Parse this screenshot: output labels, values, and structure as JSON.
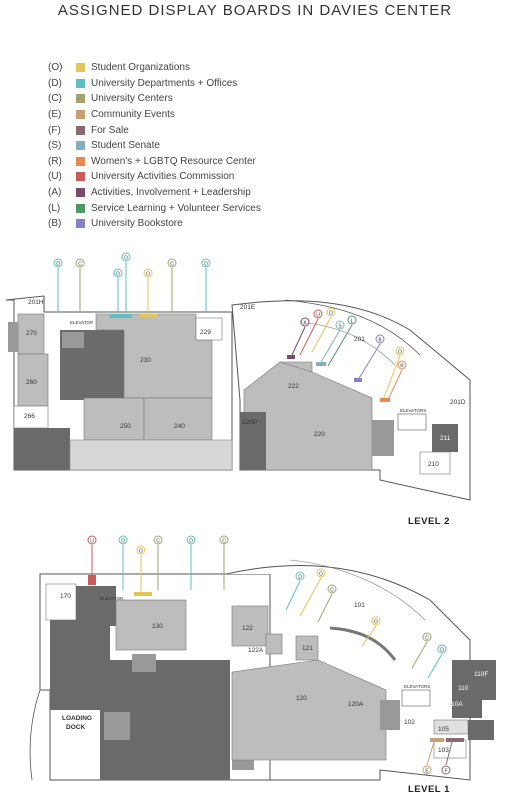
{
  "title": "ASSIGNED DISPLAY BOARDS IN DAVIES CENTER",
  "legend": [
    {
      "code": "(O)",
      "label": "Student Organizations",
      "color": "#e2c55a"
    },
    {
      "code": "(D)",
      "label": "University Departments + Offices",
      "color": "#5cbfc0"
    },
    {
      "code": "(C)",
      "label": "University Centers",
      "color": "#a3a370"
    },
    {
      "code": "(E)",
      "label": "Community Events",
      "color": "#c6a074"
    },
    {
      "code": "(F)",
      "label": "For Sale",
      "color": "#8a6a6e"
    },
    {
      "code": "(S)",
      "label": "Student Senate",
      "color": "#84aebf"
    },
    {
      "code": "(R)",
      "label": "Women's + LGBTQ Resource Center",
      "color": "#e8894e"
    },
    {
      "code": "(U)",
      "label": "University Activities Commission",
      "color": "#c95a5a"
    },
    {
      "code": "(A)",
      "label": "Activities, Involvement + Leadership",
      "color": "#7a4a6a"
    },
    {
      "code": "(L)",
      "label": "Service Learning + Volunteer Services",
      "color": "#4e9a66"
    },
    {
      "code": "(B)",
      "label": "University Bookstore",
      "color": "#8482c6"
    }
  ],
  "level2": {
    "label": "LEVEL 2",
    "rooms": [
      "201H",
      "270",
      "260",
      "266",
      "ELEVATOR",
      "230",
      "229",
      "250",
      "240",
      "201E",
      "201",
      "222",
      "220",
      "220P",
      "201D",
      "ELEVATORS",
      "211",
      "210"
    ],
    "markers": [
      "D",
      "C",
      "D",
      "O",
      "C",
      "D",
      "D",
      "A",
      "U",
      "O",
      "S",
      "L",
      "B",
      "O",
      "R"
    ]
  },
  "level1": {
    "label": "LEVEL 1",
    "rooms": [
      "170",
      "ELEVATOR",
      "130",
      "122",
      "122A",
      "121",
      "101",
      "120",
      "120A",
      "ELEVATORS",
      "110",
      "110F",
      "110A",
      "105",
      "102",
      "103",
      "LOADING",
      "DOCK"
    ],
    "markers": [
      "U",
      "D",
      "O",
      "C",
      "D",
      "C",
      "D",
      "O",
      "C",
      "O",
      "C",
      "D",
      "E",
      "F"
    ]
  }
}
